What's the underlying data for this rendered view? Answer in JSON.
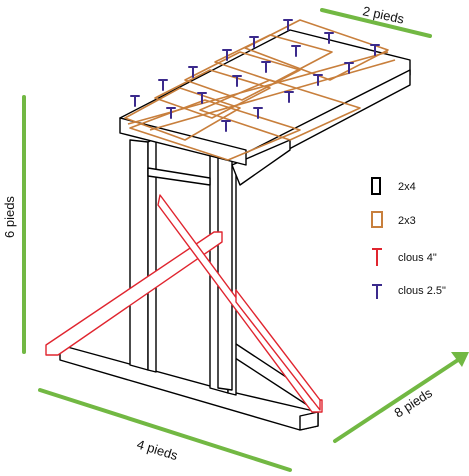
{
  "dimensions": {
    "top_width": "2 pieds",
    "height": "6 pieds",
    "base_width": "4 pieds",
    "length": "8 pieds"
  },
  "legend": {
    "items": [
      {
        "label": "2x4",
        "symbol": "rect",
        "color": "#000000"
      },
      {
        "label": "2x3",
        "symbol": "rect",
        "color": "#c87f3c"
      },
      {
        "label": "clous 4\"",
        "symbol": "nail",
        "color": "#e0252f"
      },
      {
        "label": "clous 2.5\"",
        "symbol": "nail",
        "color": "#3b2a8c"
      }
    ]
  },
  "colors": {
    "dimension_line": "#72b843",
    "lumber_2x4": "#000000",
    "lumber_2x3": "#c87f3c",
    "nail_4in": "#e0252f",
    "nail_2_5in": "#3b2a8c"
  }
}
